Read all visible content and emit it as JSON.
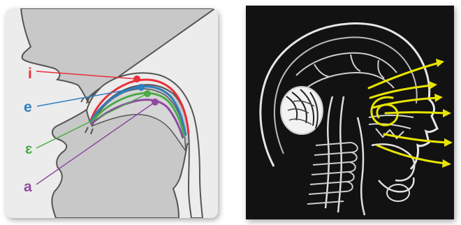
{
  "colors": {
    "i": "#e8303a",
    "e": "#2f7fc0",
    "epsilon": "#4aaa47",
    "a": "#8e4aa1",
    "tissue": "#c8c8c8",
    "outline": "#555555",
    "airflow": "#e8e400"
  },
  "vowels": [
    {
      "id": "i",
      "label": "i"
    },
    {
      "id": "e",
      "label": "e"
    },
    {
      "id": "epsilon",
      "label": "ɛ"
    },
    {
      "id": "a",
      "label": "a"
    }
  ]
}
